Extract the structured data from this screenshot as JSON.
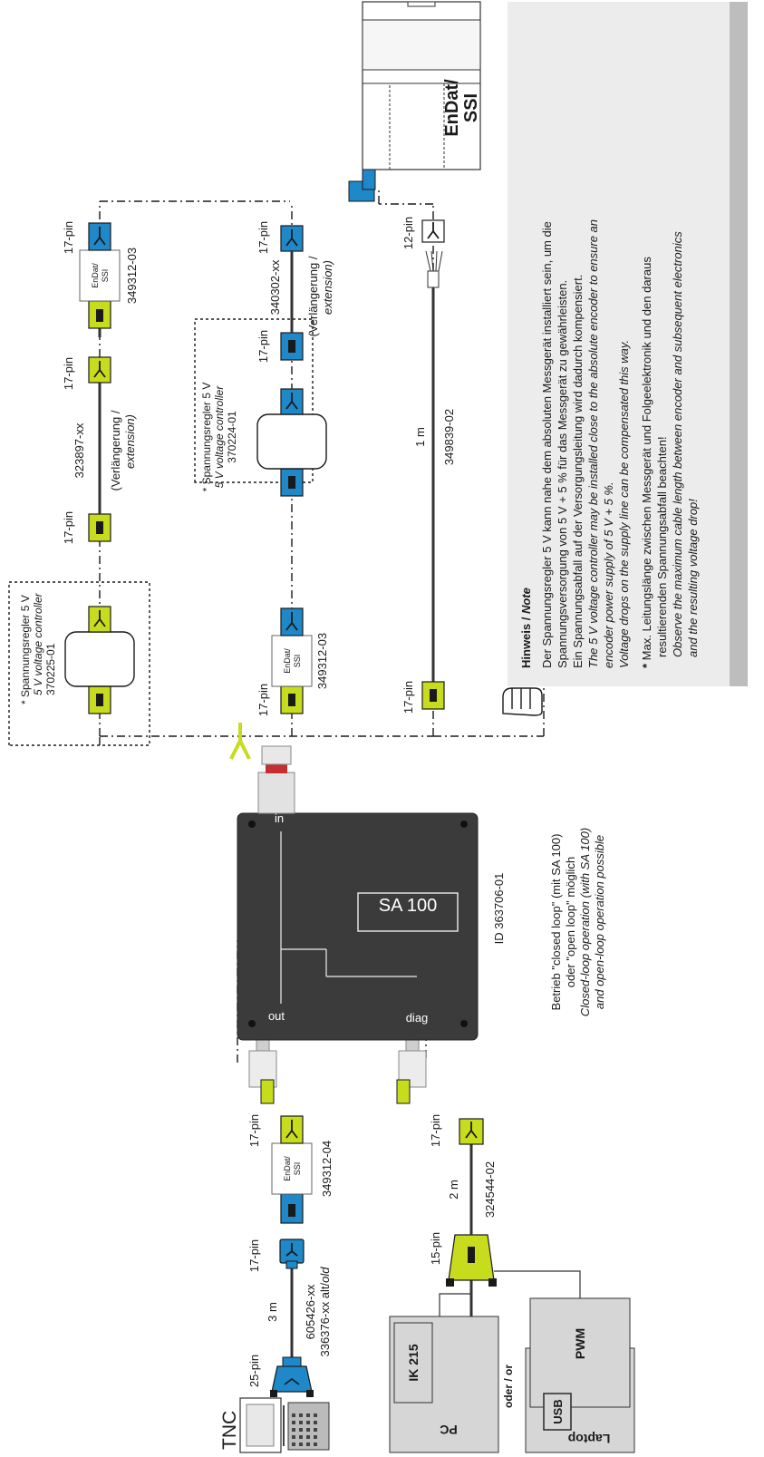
{
  "tnc": {
    "label": "TNC"
  },
  "computers": {
    "pc": "PC",
    "ik215": "IK 215",
    "or": "oder / or",
    "laptop": "Laptop",
    "pwm": "PWM",
    "usb": "USB"
  },
  "cables": {
    "tnc_pins_a": "25-pin",
    "tnc_pins_b": "17-pin",
    "tnc_len": "3 m",
    "tnc_id": "605426-xx",
    "tnc_id_old_prefix": "336376-xx alt/",
    "tnc_id_old_suffix": "old",
    "pc_pins_a": "15-pin",
    "pc_pins_b": "17-pin",
    "pc_len": "2 m",
    "pc_id": "324544-02",
    "enc_pins_a": "17-pin",
    "enc_pins_b": "12-pin",
    "enc_len": "1 m",
    "enc_id": "349839-02",
    "ext1_pins_a": "17-pin",
    "ext1_pins_b": "17-pin",
    "ext1_id": "323897-xx",
    "ext1_text": "(Verlängerung /",
    "ext1_text_it": "extension)",
    "ext2_pins_a": "17-pin",
    "ext2_pins_b": "17-pin",
    "ext2_id": "340302-xx",
    "ext2_text": "(Verlängerung /",
    "ext2_text_it": "extension)"
  },
  "adapters": {
    "a1_label": "EnDat/",
    "a1_label2": "SSI",
    "a1_pin": "17-pin",
    "a1_id": "349312-04",
    "a2_label": "EnDat/",
    "a2_label2": "SSI",
    "a2_pin": "17-pin",
    "a2_id": "349312-03",
    "a3_label": "EnDat/",
    "a3_label2": "SSI",
    "a3_pin": "17-pin",
    "a3_id": "349312-03"
  },
  "controllers": {
    "c1_line1": "* Spannungsregler 5 V",
    "c1_line2": "5 V voltage controller",
    "c1_line3": "370225-01",
    "c2_line1": "* Spannungsregler 5 V",
    "c2_line2": "5 V voltage controller",
    "c2_line3": "370224-01"
  },
  "sa100": {
    "name": "SA 100",
    "port_in": "in",
    "port_out": "out",
    "port_diag": "diag",
    "id": "ID 363706-01",
    "mode_de1": "Betrieb \"closed loop\" (mit SA 100)",
    "mode_de2": "oder \"open loop\" möglich",
    "mode_en1": "Closed-loop operation (with SA 100)",
    "mode_en2": "and open-loop operation possible"
  },
  "encoder": {
    "label1": "EnDat/",
    "label2": "SSI"
  },
  "note": {
    "title_de": "Hinweis / ",
    "title_en": "Note",
    "p1_de1": "Der Spannungsregler 5 V kann nahe dem absoluten Messgerät installiert sein, um die",
    "p1_de2": "Spannungsversorgung von 5 V + 5 % für das Messgerät zu gewährleisten.",
    "p1_de3": "Ein Spannungsabfall auf der Versorgungsleitung wird dadurch kompensiert.",
    "p1_en1": "The 5 V voltage controller may be installed close to the absolute encoder to ensure an",
    "p1_en2": "encoder power supply of 5 V + 5 %.",
    "p1_en3": "Voltage drops on the supply line can be compensated this way.",
    "p2_star": "*",
    "p2_de1": "Max. Leitungslänge zwischen Messgerät und Folgeelektronik und den daraus",
    "p2_de2": "resultierenden Spannungsabfall beachten!",
    "p2_en1": "Observe the maximum cable length between encoder and subsequent electronics",
    "p2_en2": "and the resulting voltage drop!"
  }
}
